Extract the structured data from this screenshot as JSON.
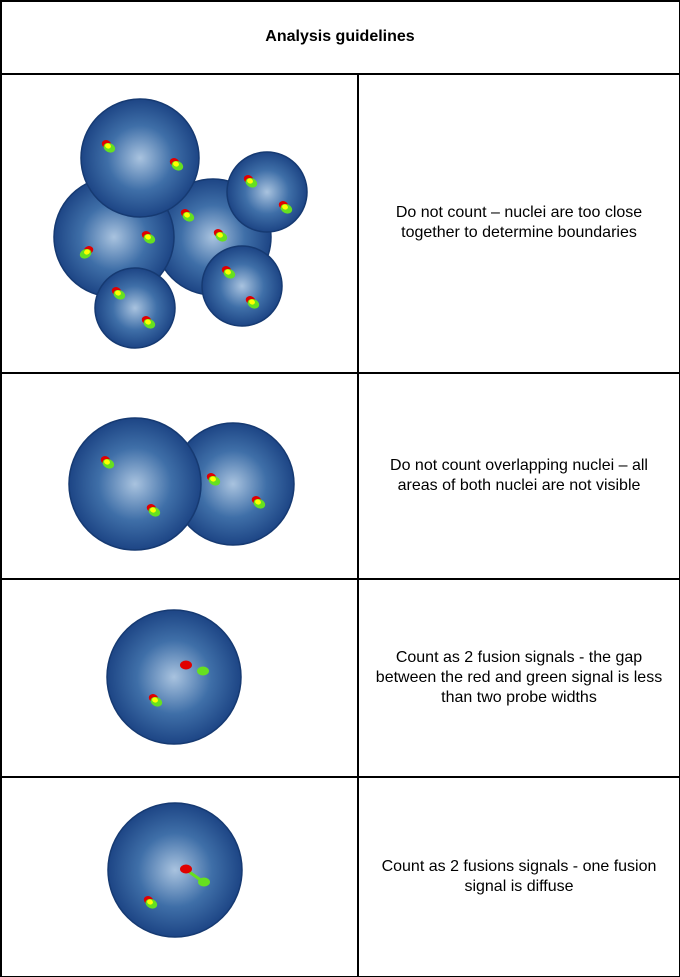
{
  "header": {
    "title": "Analysis guidelines"
  },
  "rows": [
    {
      "text": "Do not count – nuclei are too close together to determine boundaries"
    },
    {
      "text": "Do not count overlapping nuclei – all areas of both nuclei are not visible"
    },
    {
      "text": "Count as 2 fusion signals - the gap between the red and green signal is less than two probe widths"
    },
    {
      "text": "Count as 2 fusions signals - one fusion signal is diffuse"
    }
  ],
  "colors": {
    "nucleus_center": "#a9c3df",
    "nucleus_mid": "#3f6fa8",
    "nucleus_edge": "#1d4585",
    "nucleus_outline": "#163a72",
    "signal_red": "#e00000",
    "signal_green": "#66e020",
    "signal_yellow": "#ffff00"
  }
}
